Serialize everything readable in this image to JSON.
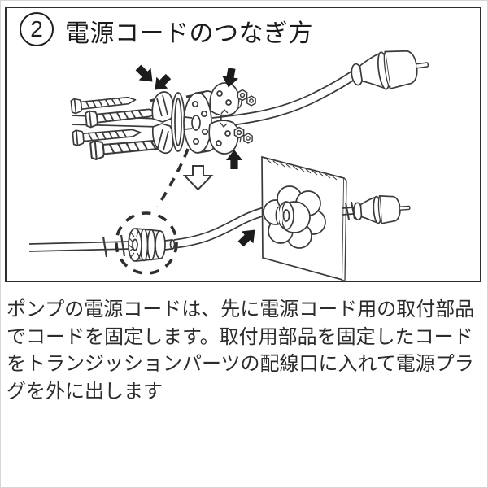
{
  "window": {
    "background": "#ffffff",
    "frame_border_color": "#d6d6d6"
  },
  "instruction_panel": {
    "border_color": "#2f2f2f",
    "step_number": "2",
    "title": "電源コードのつなぎ方"
  },
  "diagram": {
    "line_color": "#3a3a3a",
    "arrow_color": "#1c1c1c",
    "icons": [
      "screw-icon",
      "cord-clamp-icon",
      "flange-disc-icon",
      "clamp-half-icon",
      "nut-icon",
      "power-cord-icon",
      "power-plug-icon",
      "solid-arrow-icon",
      "hollow-down-arrow-icon",
      "dashed-leader-icon",
      "dashed-highlight-circle-icon",
      "assembled-clamp-icon",
      "wall-panel-icon",
      "transition-part-icon"
    ]
  },
  "caption": {
    "lines": [
      "ポンプの電源コードは、先に電源コード用の取付部品",
      "でコードを固定します。取付用部品を固定したコード",
      "をトランジッションパーツの配線口に入れて電源プラ",
      "グを外に出します"
    ]
  }
}
